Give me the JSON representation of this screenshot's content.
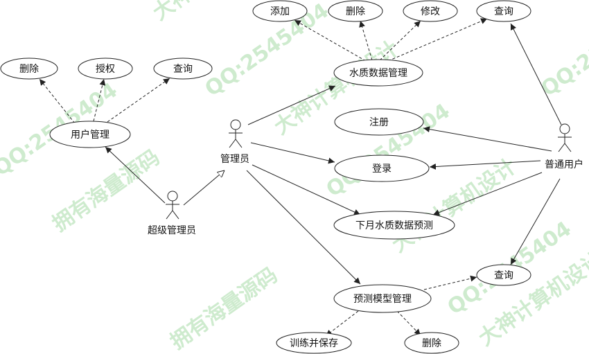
{
  "watermark": {
    "line_a": "QQ:2545404",
    "line_b": "大神计算机设计",
    "line_c": "拥有海量源码",
    "color": "#a7dba7"
  },
  "actors": {
    "super_admin": "超级管理员",
    "admin": "管理员",
    "user": "普通用户"
  },
  "use_cases": {
    "user_mgmt": "用户管理",
    "user_delete": "删除",
    "user_grant": "授权",
    "user_query": "查询",
    "water_mgmt": "水质数据管理",
    "water_add": "添加",
    "water_delete": "删除",
    "water_edit": "修改",
    "water_query": "查询",
    "register": "注册",
    "login": "登录",
    "predict_next": "下月水质数据预测",
    "model_mgmt": "预测模型管理",
    "model_query": "查询",
    "model_train": "训练并保存",
    "model_delete": "删除"
  }
}
